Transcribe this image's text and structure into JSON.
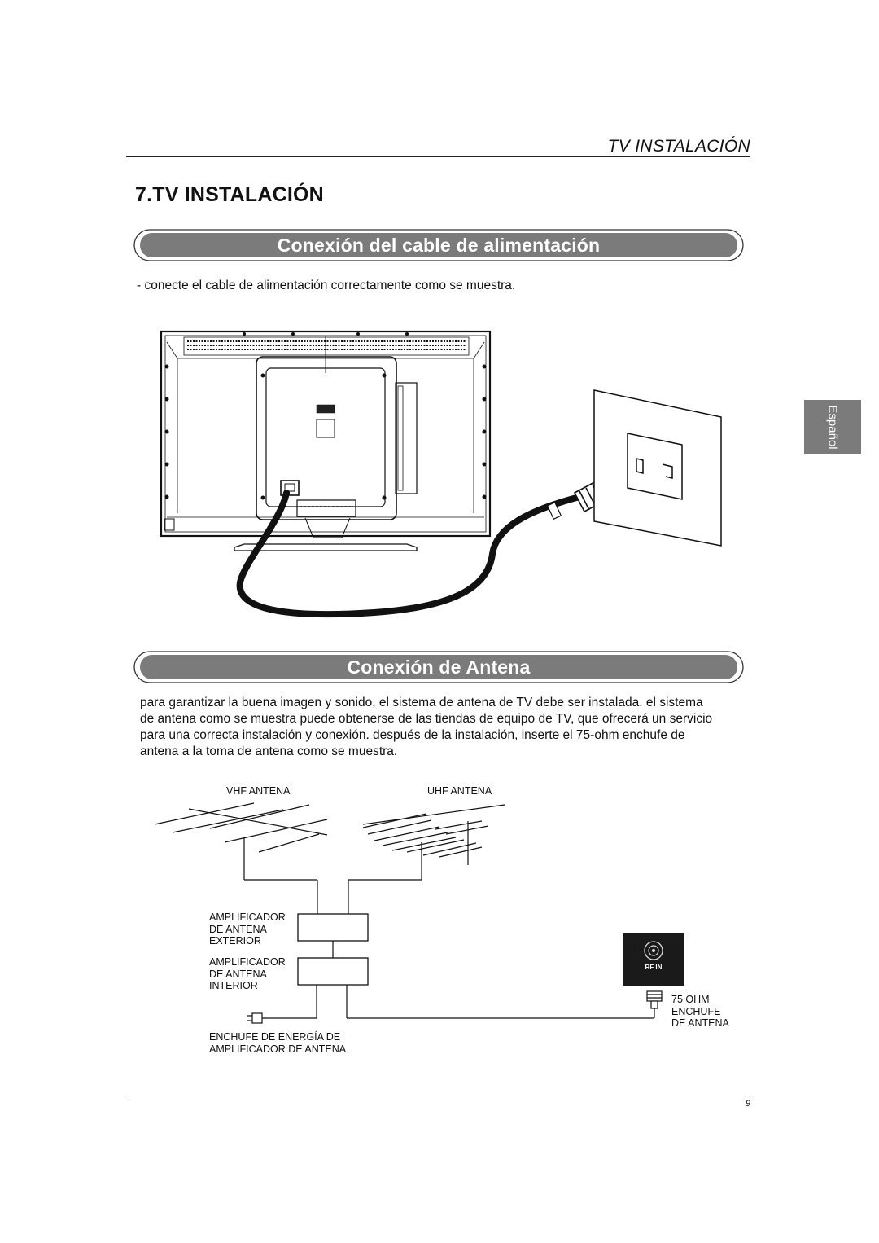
{
  "header": {
    "running_title": "TV INSTALACIÓN"
  },
  "page_title": "7.TV INSTALACIÓN",
  "section_power": {
    "title": "Conexión del cable de alimentación",
    "description": "- conecte el cable de alimentación correctamente como se muestra."
  },
  "section_antenna": {
    "title": "Conexión de Antena",
    "description_lines": [
      "para garantizar la buena imagen y sonido, el sistema de antena de TV debe ser instalada. el sistema",
      "de antena como se muestra puede obtenerse de las tiendas de equipo de TV, que ofrecerá un servicio",
      "para una correcta instalación y conexión. después de la instalación, inserte el 75-ohm enchufe de",
      "antena a la toma de antena como se muestra."
    ],
    "diagram": {
      "vhf_label": "VHF ANTENA",
      "uhf_label": "UHF ANTENA",
      "outdoor_amp_lines": [
        "AMPLIFICADOR",
        "DE ANTENA",
        "EXTERIOR"
      ],
      "indoor_amp_lines": [
        "AMPLIFICADOR",
        "DE ANTENA",
        "INTERIOR"
      ],
      "power_plug_lines": [
        "ENCHUFE DE ENERGÍA DE",
        "AMPLIFICADOR DE ANTENA"
      ],
      "rf_in_label": "RF IN",
      "plug_75_lines": [
        "75 OHM",
        "ENCHUFE",
        "DE ANTENA"
      ]
    }
  },
  "side_tab": {
    "label": "Español"
  },
  "footer": {
    "page_number": "9"
  },
  "colors": {
    "banner_fill": "#7b7b7b",
    "tab_fill": "#7b7b7b",
    "rf_panel": "#1a1a1a"
  }
}
